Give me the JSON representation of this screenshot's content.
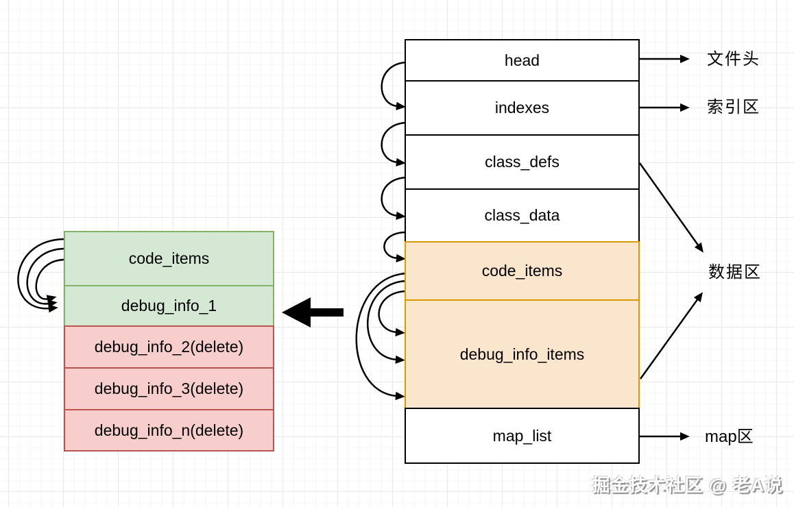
{
  "diagram": {
    "title_context": "dex file structure with debug_info deduplication",
    "right_stack": {
      "boxes": [
        {
          "label": "head",
          "type": "plain"
        },
        {
          "label": "indexes",
          "type": "plain"
        },
        {
          "label": "class_defs",
          "type": "plain"
        },
        {
          "label": "class_data",
          "type": "plain"
        },
        {
          "label": "code_items",
          "type": "highlight"
        },
        {
          "label": "debug_info_items",
          "type": "highlight"
        },
        {
          "label": "map_list",
          "type": "plain"
        }
      ]
    },
    "left_stack": {
      "boxes": [
        {
          "label": "code_items",
          "type": "keep"
        },
        {
          "label": "debug_info_1",
          "type": "keep"
        },
        {
          "label": "debug_info_2(delete)",
          "type": "delete"
        },
        {
          "label": "debug_info_3(delete)",
          "type": "delete"
        },
        {
          "label": "debug_info_n(delete)",
          "type": "delete"
        }
      ]
    },
    "annotations": {
      "file_header": "文件头",
      "index_area": "索引区",
      "data_area": "数据区",
      "map_area": "map区"
    },
    "colors": {
      "plain_fill": "#ffffff",
      "plain_border": "#000000",
      "highlight_fill": "#fce5cd",
      "highlight_border": "#d79b00",
      "keep_fill": "#d5e8d4",
      "keep_border": "#82b366",
      "delete_fill": "#f8cecc",
      "delete_border": "#b85450",
      "arrow": "#000000",
      "grid_line": "#e9e9ec"
    },
    "watermark": "掘金技术社区 @ 老A说"
  }
}
